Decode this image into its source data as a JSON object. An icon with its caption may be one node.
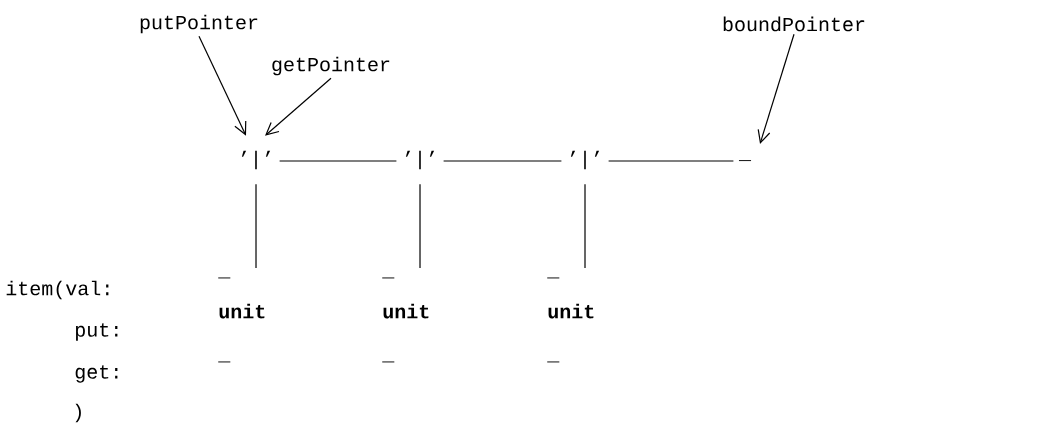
{
  "diagram": {
    "nodes": [
      {
        "text": [
          "putPointer"
        ]
      },
      {
        "text": [
          "getPointer"
        ]
      },
      {
        "text": [
          "boundPointer"
        ]
      },
      {
        "text": [
          "’|’"
        ]
      },
      {
        "text": [
          "’|’"
        ]
      },
      {
        "text": [
          "’|’"
        ]
      },
      {
        "text": [
          "_"
        ]
      },
      {
        "text": [
          "_",
          "unit",
          "_"
        ]
      },
      {
        "text": [
          "_",
          "unit",
          "_"
        ]
      },
      {
        "text": [
          "_",
          "unit",
          "_"
        ]
      }
    ],
    "edges": [
      {
        "from": 0,
        "to": 3,
        "arrow": "to"
      },
      {
        "from": 1,
        "to": 3,
        "arrow": "to"
      },
      {
        "from": 2,
        "to": 6,
        "arrow": "to"
      },
      {
        "from": 3,
        "to": 4,
        "arrow": "none"
      },
      {
        "from": 4,
        "to": 5,
        "arrow": "none"
      },
      {
        "from": 5,
        "to": 6,
        "arrow": "none"
      },
      {
        "from": 3,
        "to": 7,
        "arrow": "none"
      },
      {
        "from": 4,
        "to": 8,
        "arrow": "none"
      },
      {
        "from": 5,
        "to": 9,
        "arrow": "none"
      }
    ],
    "labels": [
      "item(val:",
      "put:",
      "get:",
      ")"
    ]
  }
}
